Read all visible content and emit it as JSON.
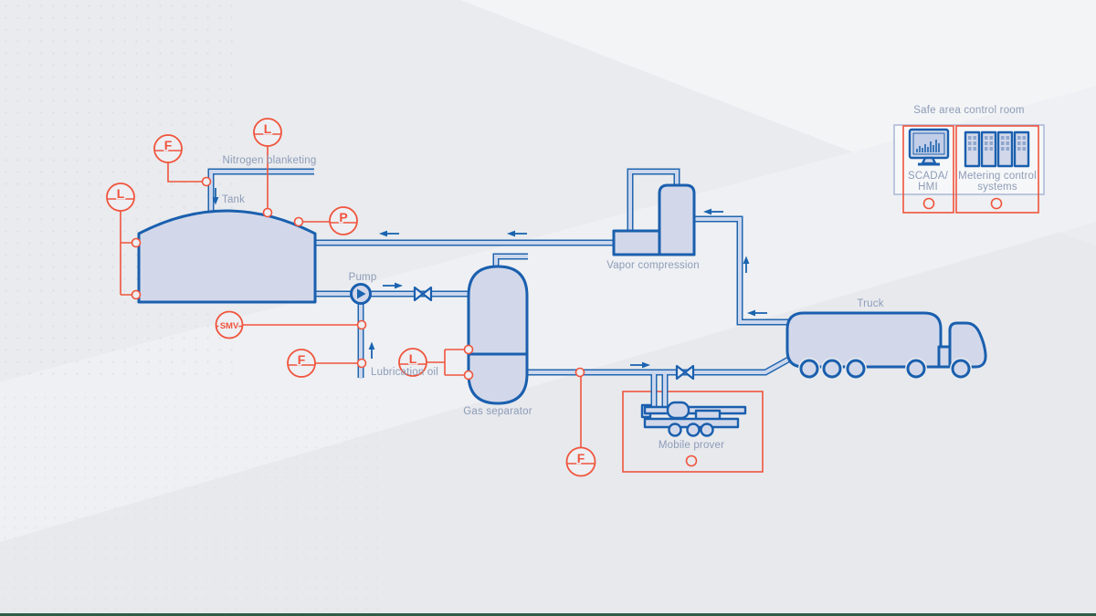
{
  "labels": {
    "nitrogen_blanketing": "Nitrogen blanketing",
    "tank": "Tank",
    "pump": "Pump",
    "lubrication_oil": "Lubrication oil",
    "gas_separator": "Gas separator",
    "vapor_compression": "Vapor compression",
    "truck": "Truck",
    "mobile_prover": "Mobile prover"
  },
  "control_room": {
    "title": "Safe area control room",
    "scada_line1": "SCADA/",
    "scada_line2": "HMI",
    "metering_line1": "Metering control",
    "metering_line2": "systems"
  },
  "instruments": {
    "flow_nitrogen": "F",
    "level_tank_top": "L",
    "level_tank_side": "L",
    "pressure_tank": "P",
    "smv": "SMV",
    "flow_lubrication": "F",
    "level_separator": "L",
    "flow_product": "F"
  },
  "colors": {
    "line_blue": "#1a5fae",
    "equipment_fill": "#d2d8ea",
    "pipe_fill": "#ccd7ee",
    "accent_red": "#f0543c",
    "label_gray": "#8d9cb8",
    "footer_green": "#2f5c47"
  }
}
